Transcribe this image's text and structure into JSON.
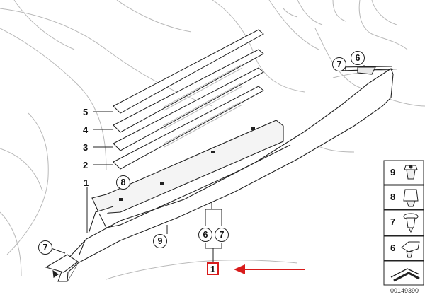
{
  "callouts": {
    "strip5": "5",
    "strip4": "4",
    "strip3": "3",
    "strip2": "2",
    "sill1": "1",
    "clip8": "8",
    "clip7_left": "7",
    "sill9": "9",
    "pair6": "6",
    "pair7": "7",
    "boxed1": "1",
    "rear7": "7",
    "rear6": "6"
  },
  "legend": {
    "items": [
      {
        "num": "9",
        "icon": "screw-clip-icon"
      },
      {
        "num": "8",
        "icon": "clip-nut-icon"
      },
      {
        "num": "7",
        "icon": "expanding-rivet-icon"
      },
      {
        "num": "6",
        "icon": "spreader-clip-icon"
      }
    ]
  },
  "colors": {
    "highlight": "#d81b1b",
    "line": "#222222",
    "ghost": "#b9b9b9"
  },
  "doc_id": "00149390"
}
